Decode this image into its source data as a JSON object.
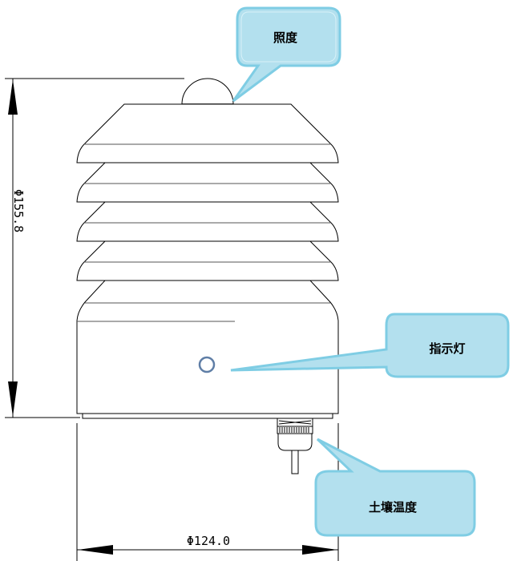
{
  "callouts": {
    "illuminance": {
      "label": "照度"
    },
    "indicator_light": {
      "label": "指示灯"
    },
    "soil_temperature": {
      "label": "土壤温度"
    }
  },
  "dimensions": {
    "height": {
      "label": "Φ155.8",
      "value": 155.8
    },
    "diameter": {
      "label": "Φ124.0",
      "value": 124.0
    }
  },
  "colors": {
    "callout_fill": "#b3e0ee",
    "callout_border": "#7fcde4",
    "indicator_ring": "#5f7ea6",
    "line": "#000000"
  },
  "shield": {
    "louver_count": 4
  }
}
